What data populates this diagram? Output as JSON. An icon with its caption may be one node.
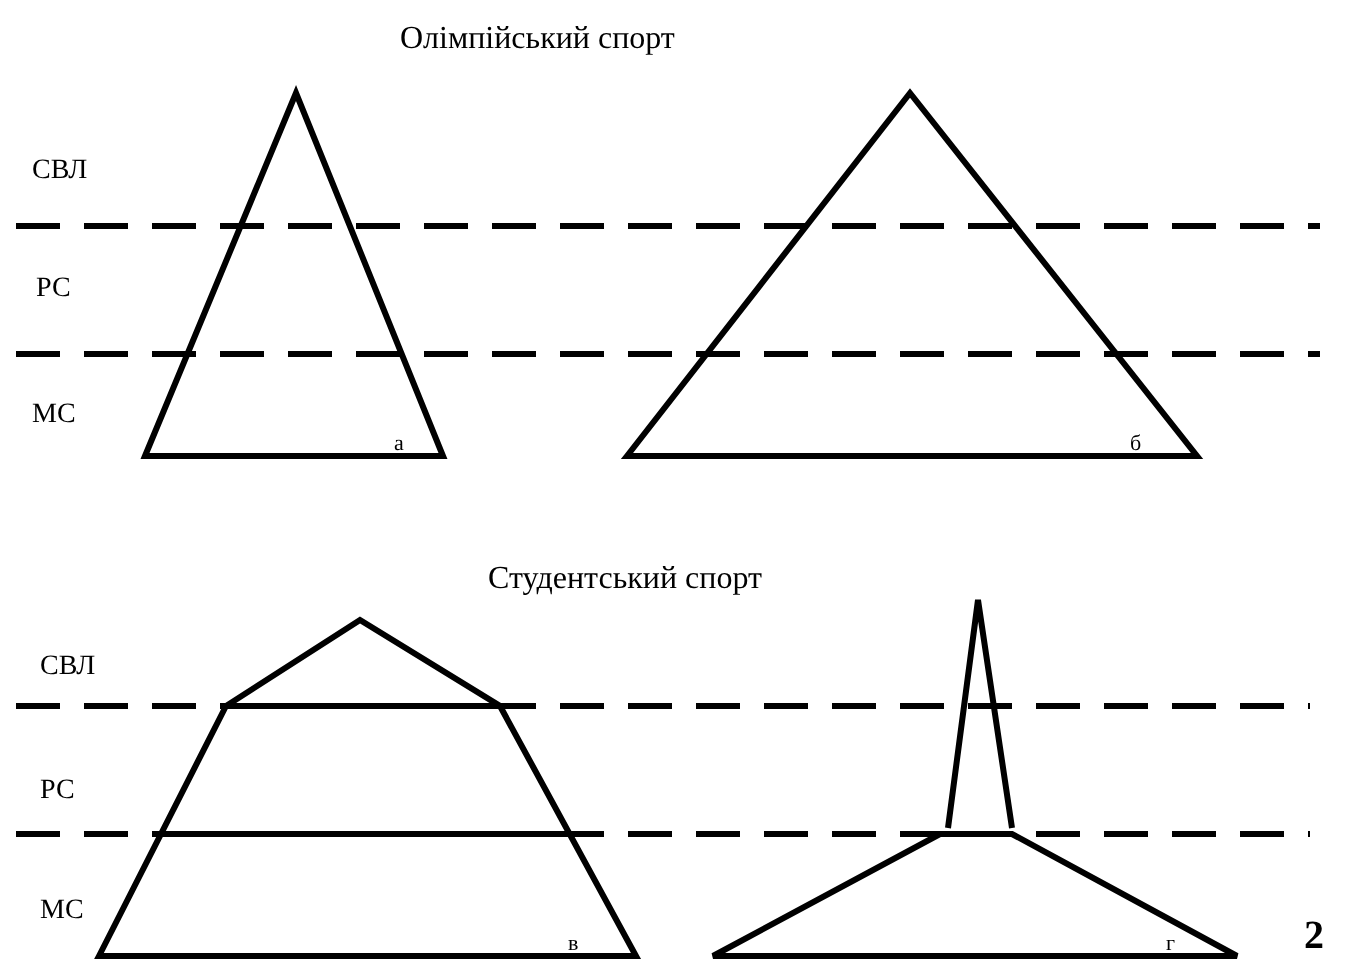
{
  "diagram": {
    "nodes": [
      {
        "text": [
          "а"
        ]
      },
      {
        "text": [
          "б"
        ]
      },
      {
        "text": [
          "в"
        ]
      },
      {
        "text": [
          "г"
        ]
      }
    ],
    "labels": [
      "Олімпійський спорт",
      "СВЛ",
      "РС",
      "МС",
      "Студентський спорт",
      "СВЛ",
      "РС",
      "МС",
      "2"
    ]
  }
}
